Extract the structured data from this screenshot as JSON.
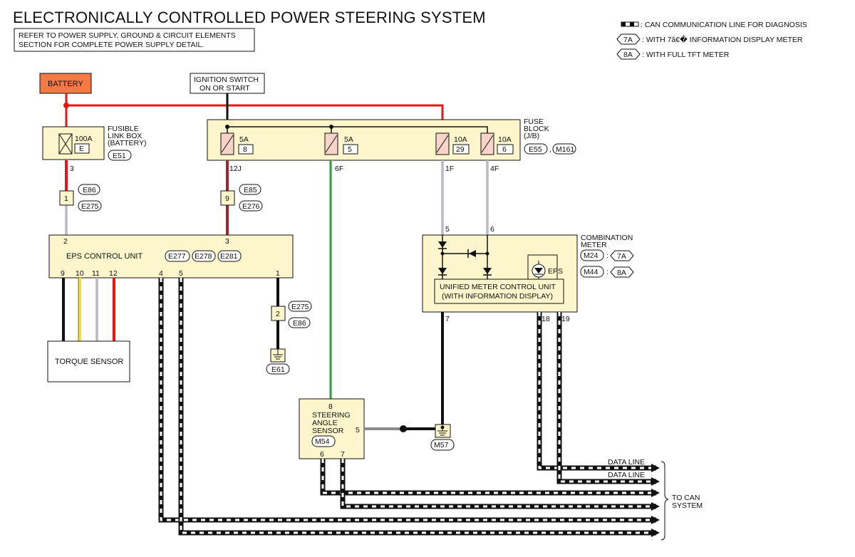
{
  "title": "ELECTRONICALLY CONTROLLED POWER STEERING SYSTEM",
  "note": [
    "REFER TO POWER SUPPLY, GROUND & CIRCUIT ELEMENTS",
    "SECTION FOR COMPLETE POWER SUPPLY DETAIL."
  ],
  "legend": {
    "can_line": ": CAN COMMUNICATION LINE FOR DIAGNOSIS",
    "tag_7a": "7A",
    "text_7a": ": WITH 7â€� INFORMATION DISPLAY METER",
    "tag_8a": "8A",
    "text_8a": ": WITH FULL TFT METER"
  },
  "battery": "BATTERY",
  "ignition": [
    "IGNITION SWITCH",
    "ON OR START"
  ],
  "fusible_link": {
    "name": [
      "FUSIBLE",
      "LINK BOX",
      "(BATTERY)"
    ],
    "rating": "100A",
    "id": "E",
    "connector": "E51",
    "pin": "3"
  },
  "fuse_block": {
    "name": [
      "FUSE",
      "BLOCK",
      "(J/B)"
    ],
    "connectors": [
      "E55",
      "M161"
    ],
    "fuses": [
      {
        "rating": "5A",
        "num": "8",
        "pin": "12J"
      },
      {
        "rating": "5A",
        "num": "5",
        "pin": "6F"
      },
      {
        "rating": "10A",
        "num": "29",
        "pin": "1F"
      },
      {
        "rating": "10A",
        "num": "6",
        "pin": "4F"
      }
    ]
  },
  "joints": {
    "j1": {
      "num": "1",
      "c1": "E86",
      "c2": "E275"
    },
    "j9": {
      "num": "9",
      "c1": "E85",
      "c2": "E276"
    },
    "j2": {
      "num": "2",
      "c1": "E275",
      "c2": "E86"
    }
  },
  "eps": {
    "name": "EPS CONTROL UNIT",
    "connectors": [
      "E277",
      "E278",
      "E281"
    ],
    "top_pins": [
      "2",
      "3"
    ],
    "bottom_pins": [
      "9",
      "10",
      "11",
      "12",
      "4",
      "5",
      "1"
    ]
  },
  "torque_sensor": "TORQUE SENSOR",
  "ground_e61": "E61",
  "combination_meter": {
    "name": [
      "COMBINATION",
      "METER"
    ],
    "m24": "M24",
    "m44": "M44",
    "tag_7a": "7A",
    "tag_8a": "8A",
    "pins_top": [
      "5",
      "6"
    ],
    "pins_bottom": [
      "7",
      "18",
      "19"
    ],
    "eps_lamp": "EPS",
    "unit": [
      "UNIFIED METER CONTROL UNIT",
      "(WITH INFORMATION DISPLAY)"
    ]
  },
  "steering_angle_sensor": {
    "name": [
      "STEERING",
      "ANGLE",
      "SENSOR"
    ],
    "connector": "M54",
    "pins": [
      "8",
      "5",
      "6",
      "7"
    ]
  },
  "ground_m57": "M57",
  "data_line": "DATA LINE",
  "to_can": [
    "TO CAN",
    "SYSTEM"
  ],
  "colors": {
    "red": "#e8141a",
    "dark_red": "#a3242a",
    "battery_fill": "#f47a43",
    "box_fill": "#fdf5cc",
    "fuse_fill": "#f7d4c7",
    "green": "#3d9a46",
    "yellow": "#f3e12a",
    "gray": "#8c8c8c",
    "light_gray": "#b9b9c6",
    "black": "#111111"
  }
}
